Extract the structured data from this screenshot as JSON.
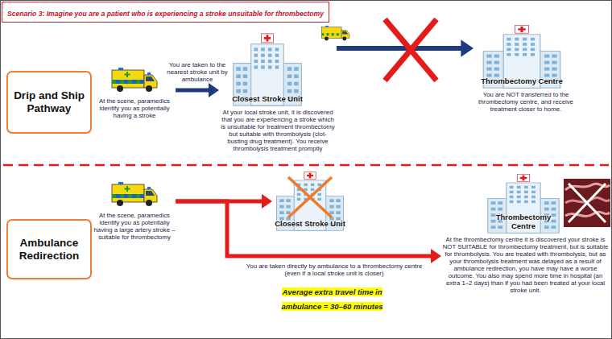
{
  "diagram": {
    "title": "Scenario 3: Imagine you are a patient who is experiencing a stroke unsuitable for thrombectomy",
    "nodes": [
      {
        "text": [
          "Drip and Ship Pathway"
        ]
      },
      {
        "text": [
          "At the scene, paramedics identify you as potentially having a stroke"
        ]
      },
      {
        "text": [
          "Closest Stroke Unit",
          "At your local stroke unit, it is discovered that you are experiencing a stroke which is unsuitable for treatment thrombectomy but suitable with thrombolysis (clot-busting drug treatment). You receive thrombolysis treatment promptly"
        ]
      },
      {
        "text": [
          "Thrombectomy Centre",
          "You are NOT transferred to the thrombectomy centre, and receive treatment closer to home."
        ]
      },
      {
        "text": [
          "Ambulance Redirection"
        ]
      },
      {
        "text": [
          "At the scene, paramedics identify you as potentially having a large artery stroke – suitable for thrombectomy"
        ]
      },
      {
        "text": [
          "Closest Stroke Unit"
        ]
      },
      {
        "text": [
          "Thrombectomy Centre",
          "At the thrombectomy centre it is discovered your stroke is NOT SUITABLE for thrombectomy treatment, but is suitable for thrombolysis. You are treated with thrombolysis, but as your thrombolysis treatment was delayed as a result of ambulance redirection, you have may have a worse outcome. You also may spend more time in hospital (an extra 1–2 days) than if you had been treated at your local stroke unit."
        ]
      }
    ],
    "edges": [
      {
        "from": 1,
        "to": 2,
        "arrow": "to",
        "label": "You are taken to the nearest stroke unit by ambulance"
      },
      {
        "from": 2,
        "to": 3,
        "arrow": "to"
      },
      {
        "from": 5,
        "to": 6,
        "arrow": "to"
      },
      {
        "from": 5,
        "to": 7,
        "arrow": "to",
        "label": "You are taken directly by ambulance to a thrombectomy centre (even if a local stroke unit is closer)"
      }
    ],
    "labels": [
      "Average extra travel time in ambulance = 30–60 minutes"
    ]
  }
}
